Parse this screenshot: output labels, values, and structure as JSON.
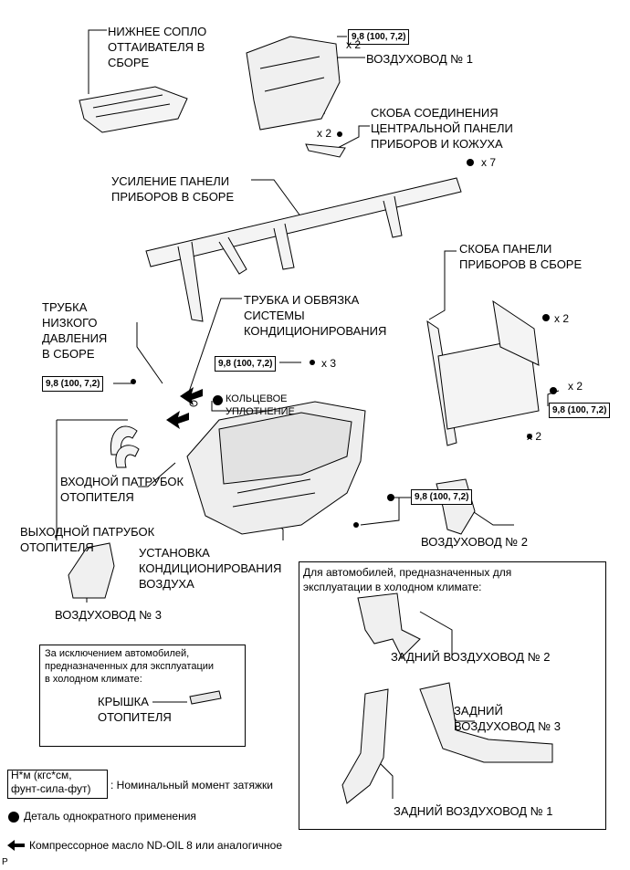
{
  "labels": {
    "lower_nozzle": "НИЖНЕЕ СОПЛО\nОТТАИВАТЕЛЯ В\nСБОРЕ",
    "duct1": "ВОЗДУХОВОД № 1",
    "bracket_center": "СКОБА СОЕДИНЕНИЯ\nЦЕНТРАЛЬНОЙ ПАНЕЛИ\nПРИБОРОВ И КОЖУХА",
    "reinforcement": "УСИЛЕНИЕ ПАНЕЛИ\nПРИБОРОВ В СБОРЕ",
    "panel_bracket": "СКОБА ПАНЕЛИ\nПРИБОРОВ В СБОРЕ",
    "low_pressure_tube": "ТРУБКА\nНИЗКОГО\nДАВЛЕНИЯ\nВ СБОРЕ",
    "tube_harness": "ТРУБКА И ОБВЯЗКА\nСИСТЕМЫ\nКОНДИЦИОНИРОВАНИЯ",
    "o_ring": "КОЛЬЦЕВОЕ\nУПЛОТНЕНИЕ",
    "heater_inlet": "ВХОДНОЙ ПАТРУБОК\nОТОПИТЕЛЯ",
    "heater_outlet": "ВЫХОДНОЙ ПАТРУБОК\nОТОПИТЕЛЯ",
    "ac_unit": "УСТАНОВКА\nКОНДИЦИОНИРОВАНИЯ\nВОЗДУХА",
    "duct2": "ВОЗДУХОВОД № 2",
    "duct3": "ВОЗДУХОВОД № 3",
    "cold_climate_title": "Для автомобилей, предназначенных для\nэксплуатации в холодном климате:",
    "rear_duct2": "ЗАДНИЙ ВОЗДУХОВОД № 2",
    "rear_duct3": "ЗАДНИЙ\nВОЗДУХОВОД № 3",
    "rear_duct1": "ЗАДНИЙ ВОЗДУХОВОД № 1",
    "except_title": "За исключением автомобилей,\nпредназначенных для эксплуатации\nв холодном климате:",
    "heater_cover": "КРЫШКА\nОТОПИТЕЛЯ"
  },
  "torques": {
    "t1": "9,8 (100, 7,2)",
    "t2": "9,8 (100, 7,2)",
    "t3": "9,8 (100, 7,2)",
    "t4": "9,8 (100, 7,2)",
    "t5": "9,8 (100, 7,2)"
  },
  "quantities": {
    "q_duct1": "x 2",
    "q_bracket": "x 2",
    "q_reinf": "x 7",
    "q_ac": "x 3",
    "q_pb1": "x 2",
    "q_pb2": "x 2",
    "q_pb3": "x 2"
  },
  "legend": {
    "unit_box": "Н*м (кгс*см,\nфунт-сила-фут)",
    "unit_desc": ": Номинальный момент затяжки",
    "single_use": "Деталь однократного применения",
    "compressor_oil": "Компрессорное масло ND-OIL 8 или аналогичное"
  },
  "footer": {
    "code": "P"
  }
}
